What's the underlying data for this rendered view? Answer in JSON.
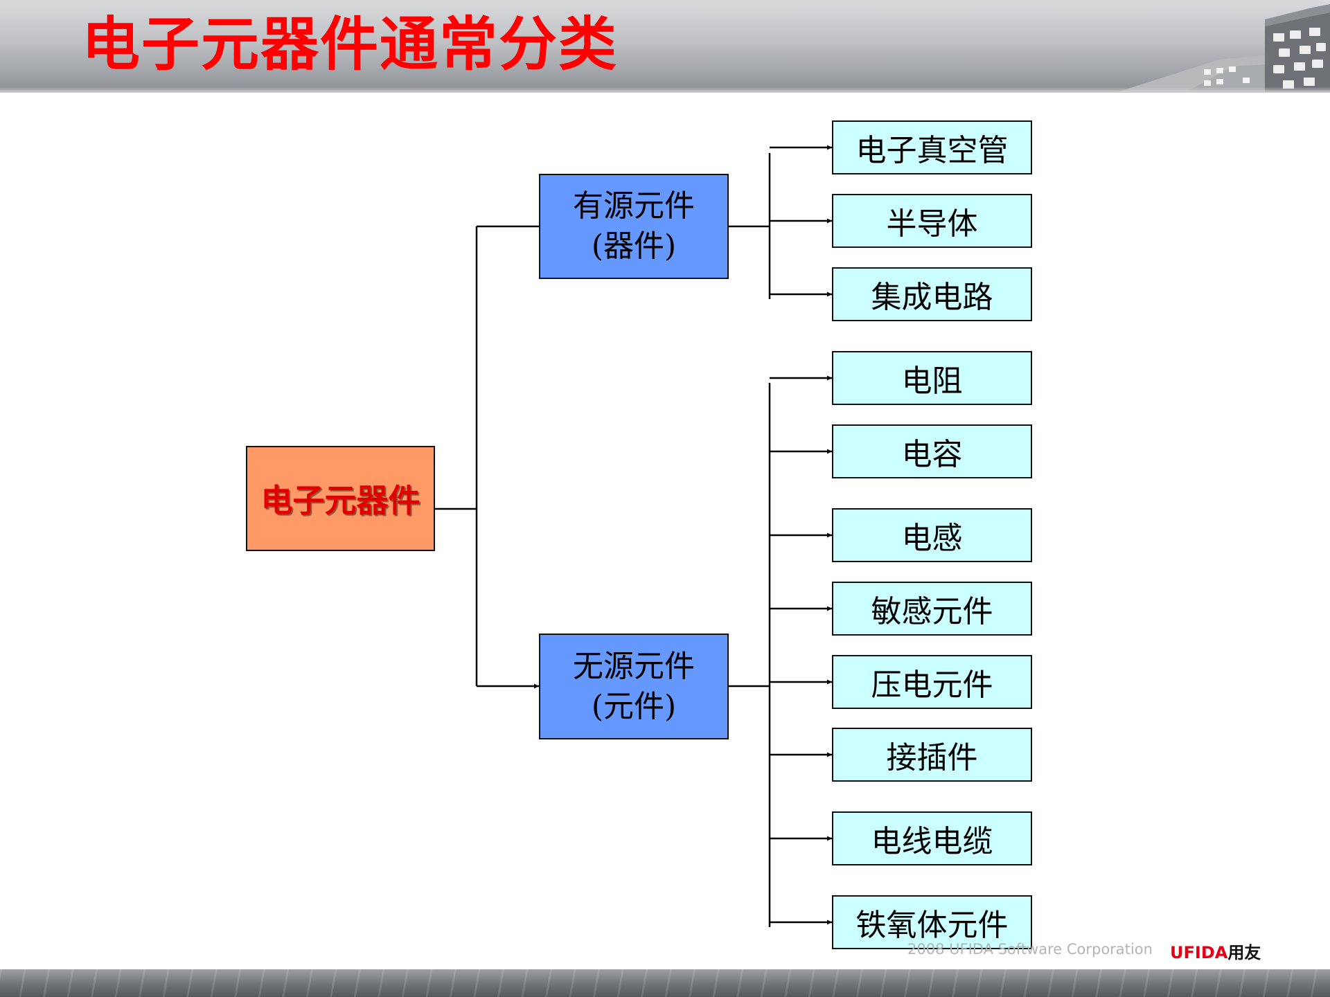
{
  "header": {
    "title": "电子元器件通常分类"
  },
  "diagram": {
    "root": {
      "label": "电子元器件"
    },
    "categories": [
      {
        "line1": "有源元件",
        "line2": "(器件)",
        "items": [
          "电子真空管",
          "半导体",
          "集成电路"
        ]
      },
      {
        "line1": "无源元件",
        "line2": "(元件)",
        "items": [
          "电阻",
          "电容",
          "电感",
          "敏感元件",
          "压电元件",
          "接插件",
          "电线电缆",
          "铁氧体元件"
        ]
      }
    ]
  },
  "footer": {
    "copyright": "2008 UFIDA Software Corporation",
    "brand_latin": "UFIDA",
    "brand_cjk": "用友",
    "brand_color": "#e60012"
  },
  "colors": {
    "title": "#ff0000",
    "root_fill": "#ff9966",
    "root_text": "#e00000",
    "category_fill": "#6699ff",
    "leaf_fill": "#ccffff",
    "line": "#000000"
  }
}
